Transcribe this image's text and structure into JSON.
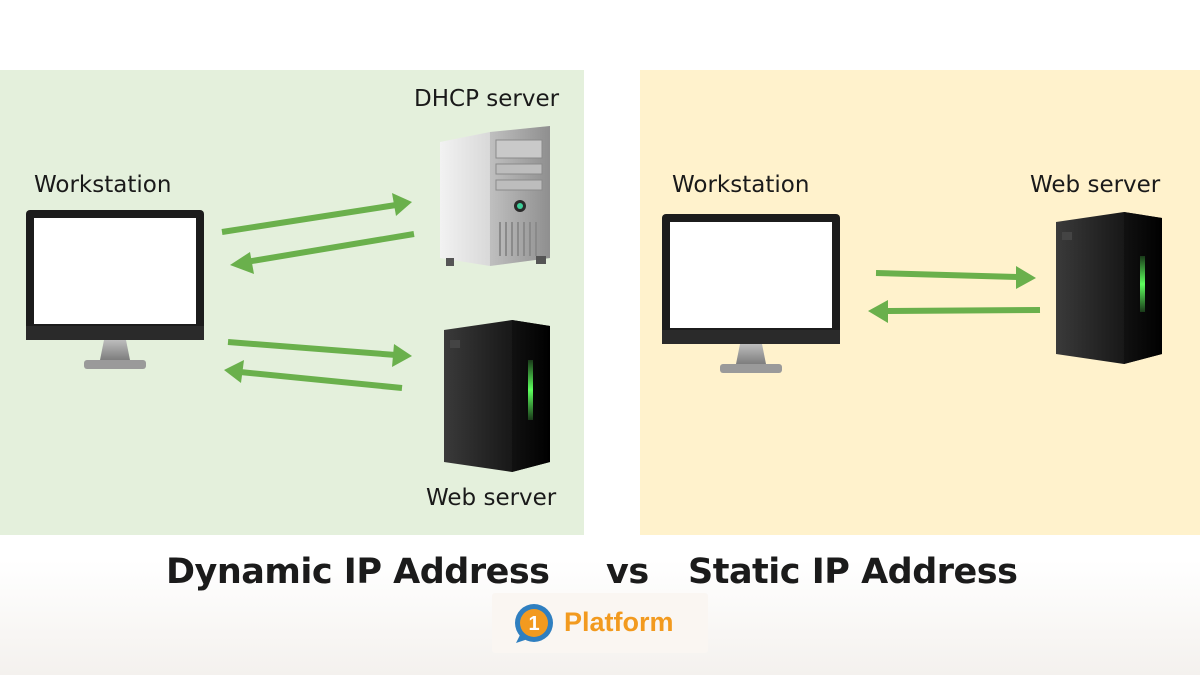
{
  "dynamic": {
    "workstation_label": "Workstation",
    "dhcp_label": "DHCP server",
    "web_label": "Web server"
  },
  "static": {
    "workstation_label": "Workstation",
    "web_label": "Web server"
  },
  "caption": {
    "left": "Dynamic IP Address",
    "middle": "vs",
    "right": "Static IP Address"
  },
  "logo": {
    "number": "1",
    "text": "Platform"
  },
  "colors": {
    "dynamic_bg": "#e4f0dc",
    "static_bg": "#fff2cc",
    "arrow": "#6ab04c",
    "logo_orange": "#f29a1f",
    "logo_blue": "#2f7fc0"
  },
  "icons": [
    "workstation-monitor-icon",
    "dhcp-server-tower-icon",
    "web-server-tower-icon",
    "arrow-icon"
  ]
}
